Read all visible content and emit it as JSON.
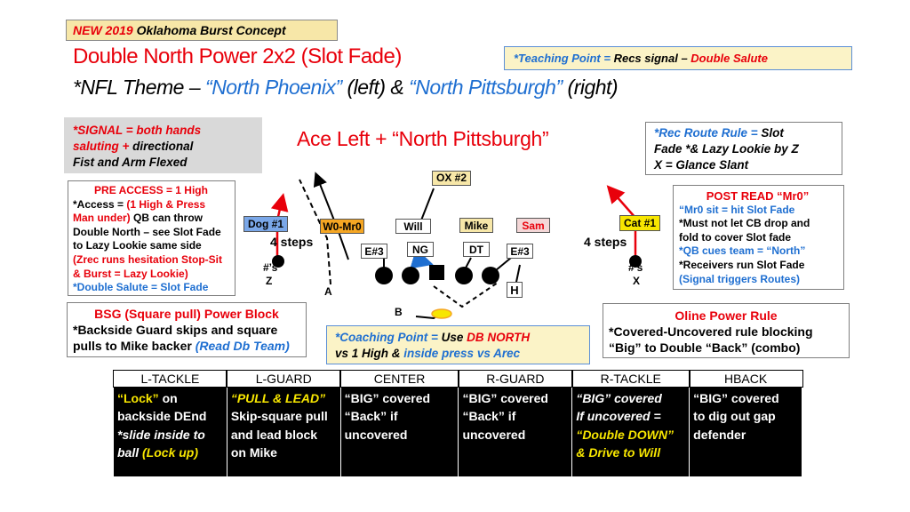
{
  "header": {
    "tag_year": "NEW 2019",
    "tag_rest": " Oklahoma Burst Concept",
    "title": "Double North Power 2x2 (Slot Fade)",
    "subtitle_a": "*NFL Theme – ",
    "subtitle_b": "“North Phoenix”",
    "subtitle_c": " (left) & ",
    "subtitle_d": "“North Pittsburgh”",
    "subtitle_e": " (right)"
  },
  "teaching_point": {
    "prefix": "*Teaching Point = ",
    "mid": "Recs signal – ",
    "suffix": "Double Salute"
  },
  "signal": {
    "l1_red": "*SIGNAL = both hands",
    "l2_red": "saluting + ",
    "l2_black": "directional",
    "l3": "Fist and Arm Flexed"
  },
  "formation_title": "Ace Left + “North Pittsburgh”",
  "rec_route_rule": {
    "l1_blue": "*Rec Route Rule = ",
    "l1_black": "Slot",
    "l2": "Fade *& Lazy Lookie by Z",
    "l3": "X = Glance Slant"
  },
  "pre_access": {
    "title": "PRE ACCESS = 1 High",
    "l1a": "*Access = ",
    "l1b": "(1 High & Press",
    "l2a": "Man under)",
    "l2b": " QB can throw",
    "l3": "Double North – see Slot Fade",
    "l4": "to Lazy Lookie same side",
    "l5": "(Zrec runs hesitation Stop-Sit",
    "l6": "& Burst = Lazy Lookie)",
    "l7": "*Double Salute = Slot Fade"
  },
  "post_read": {
    "title": "POST READ “Mr0”",
    "l1": "“Mr0 sit = hit Slot Fade",
    "l2": "*Must not let CB drop and",
    "l3": "fold to cover Slot fade",
    "l4": "*QB cues team = “North”",
    "l5": "*Receivers run Slot Fade",
    "l6": "(Signal triggers Routes)"
  },
  "bsg": {
    "title": "BSG (Square pull) Power Block",
    "l1": "*Backside Guard skips and square",
    "l2a": "pulls to Mike backer ",
    "l2b": "(Read Db Team)"
  },
  "coaching_point": {
    "l1a": "*Coaching Point = ",
    "l1b": "Use ",
    "l1c": "DB NORTH",
    "l2a": "vs 1 High & ",
    "l2b": "inside press vs Arec"
  },
  "oline_rule": {
    "title": "Oline Power Rule",
    "l1": "*Covered-Uncovered rule blocking",
    "l2": "“Big” to Double “Back” (combo)"
  },
  "diagram": {
    "ox2": "OX #2",
    "dog1": "Dog #1",
    "w0mr0": "W0-Mr0",
    "will": "Will",
    "mike": "Mike",
    "sam": "Sam",
    "cat1": "Cat #1",
    "steps_left": "4 steps",
    "steps_right": "4 steps",
    "e3_left": "E#3",
    "ng": "NG",
    "dt": "DT",
    "e3_right": "E#3",
    "z_num": "#’s",
    "z": "Z",
    "x_num": "#’s",
    "x": "X",
    "a": "A",
    "h": "H",
    "b": "B",
    "colors": {
      "red": "#e8000b",
      "blue": "#1f6fd1",
      "yellow": "#f7e600",
      "orange": "#f5a623"
    }
  },
  "table": {
    "headers": [
      "L-TACKLE",
      "L-GUARD",
      "CENTER",
      "R-GUARD",
      "R-TACKLE",
      "HBACK"
    ],
    "lt": {
      "a": "“Lock”",
      "b": " on",
      "c": "backside DEnd",
      "d": "*slide inside to",
      "e": "ball ",
      "f": "(Lock up)"
    },
    "lg": {
      "a": "“PULL & LEAD”",
      "b": "Skip-square pull",
      "c": "and lead block",
      "d": "on Mike"
    },
    "c": {
      "a": "“BIG” covered",
      "b": "“Back” if",
      "c": "uncovered"
    },
    "rg": {
      "a": "“BIG” covered",
      "b": "“Back” if",
      "c": "uncovered"
    },
    "rt": {
      "a": "“BIG” covered",
      "b": "If uncovered =",
      "c": "“Double DOWN”",
      "d": "& Drive to Will"
    },
    "hb": {
      "a": "“BIG” covered",
      "b": "to dig out gap",
      "c": "defender"
    }
  }
}
